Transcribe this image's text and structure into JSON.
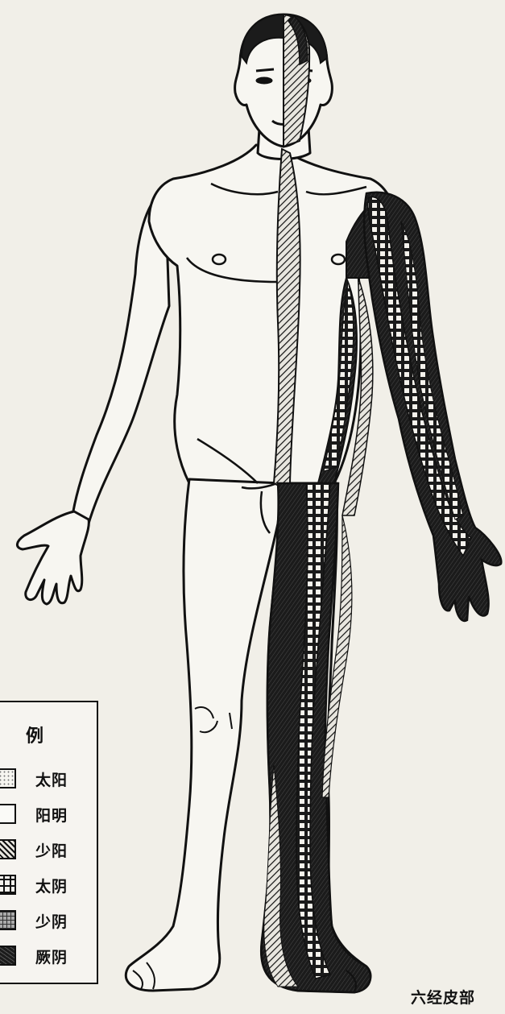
{
  "legend": {
    "title": "例",
    "items": [
      {
        "label": "太阳",
        "pattern": "stipple-light"
      },
      {
        "label": "阳明",
        "pattern": "blank"
      },
      {
        "label": "少阳",
        "pattern": "diagonal-hatch"
      },
      {
        "label": "太阴",
        "pattern": "dot-grid"
      },
      {
        "label": "少阴",
        "pattern": "light-cross"
      },
      {
        "label": "厥阴",
        "pattern": "dark-solid"
      }
    ]
  },
  "caption": "六经皮部",
  "colors": {
    "ink": "#111111",
    "paper": "#f1efe8"
  }
}
